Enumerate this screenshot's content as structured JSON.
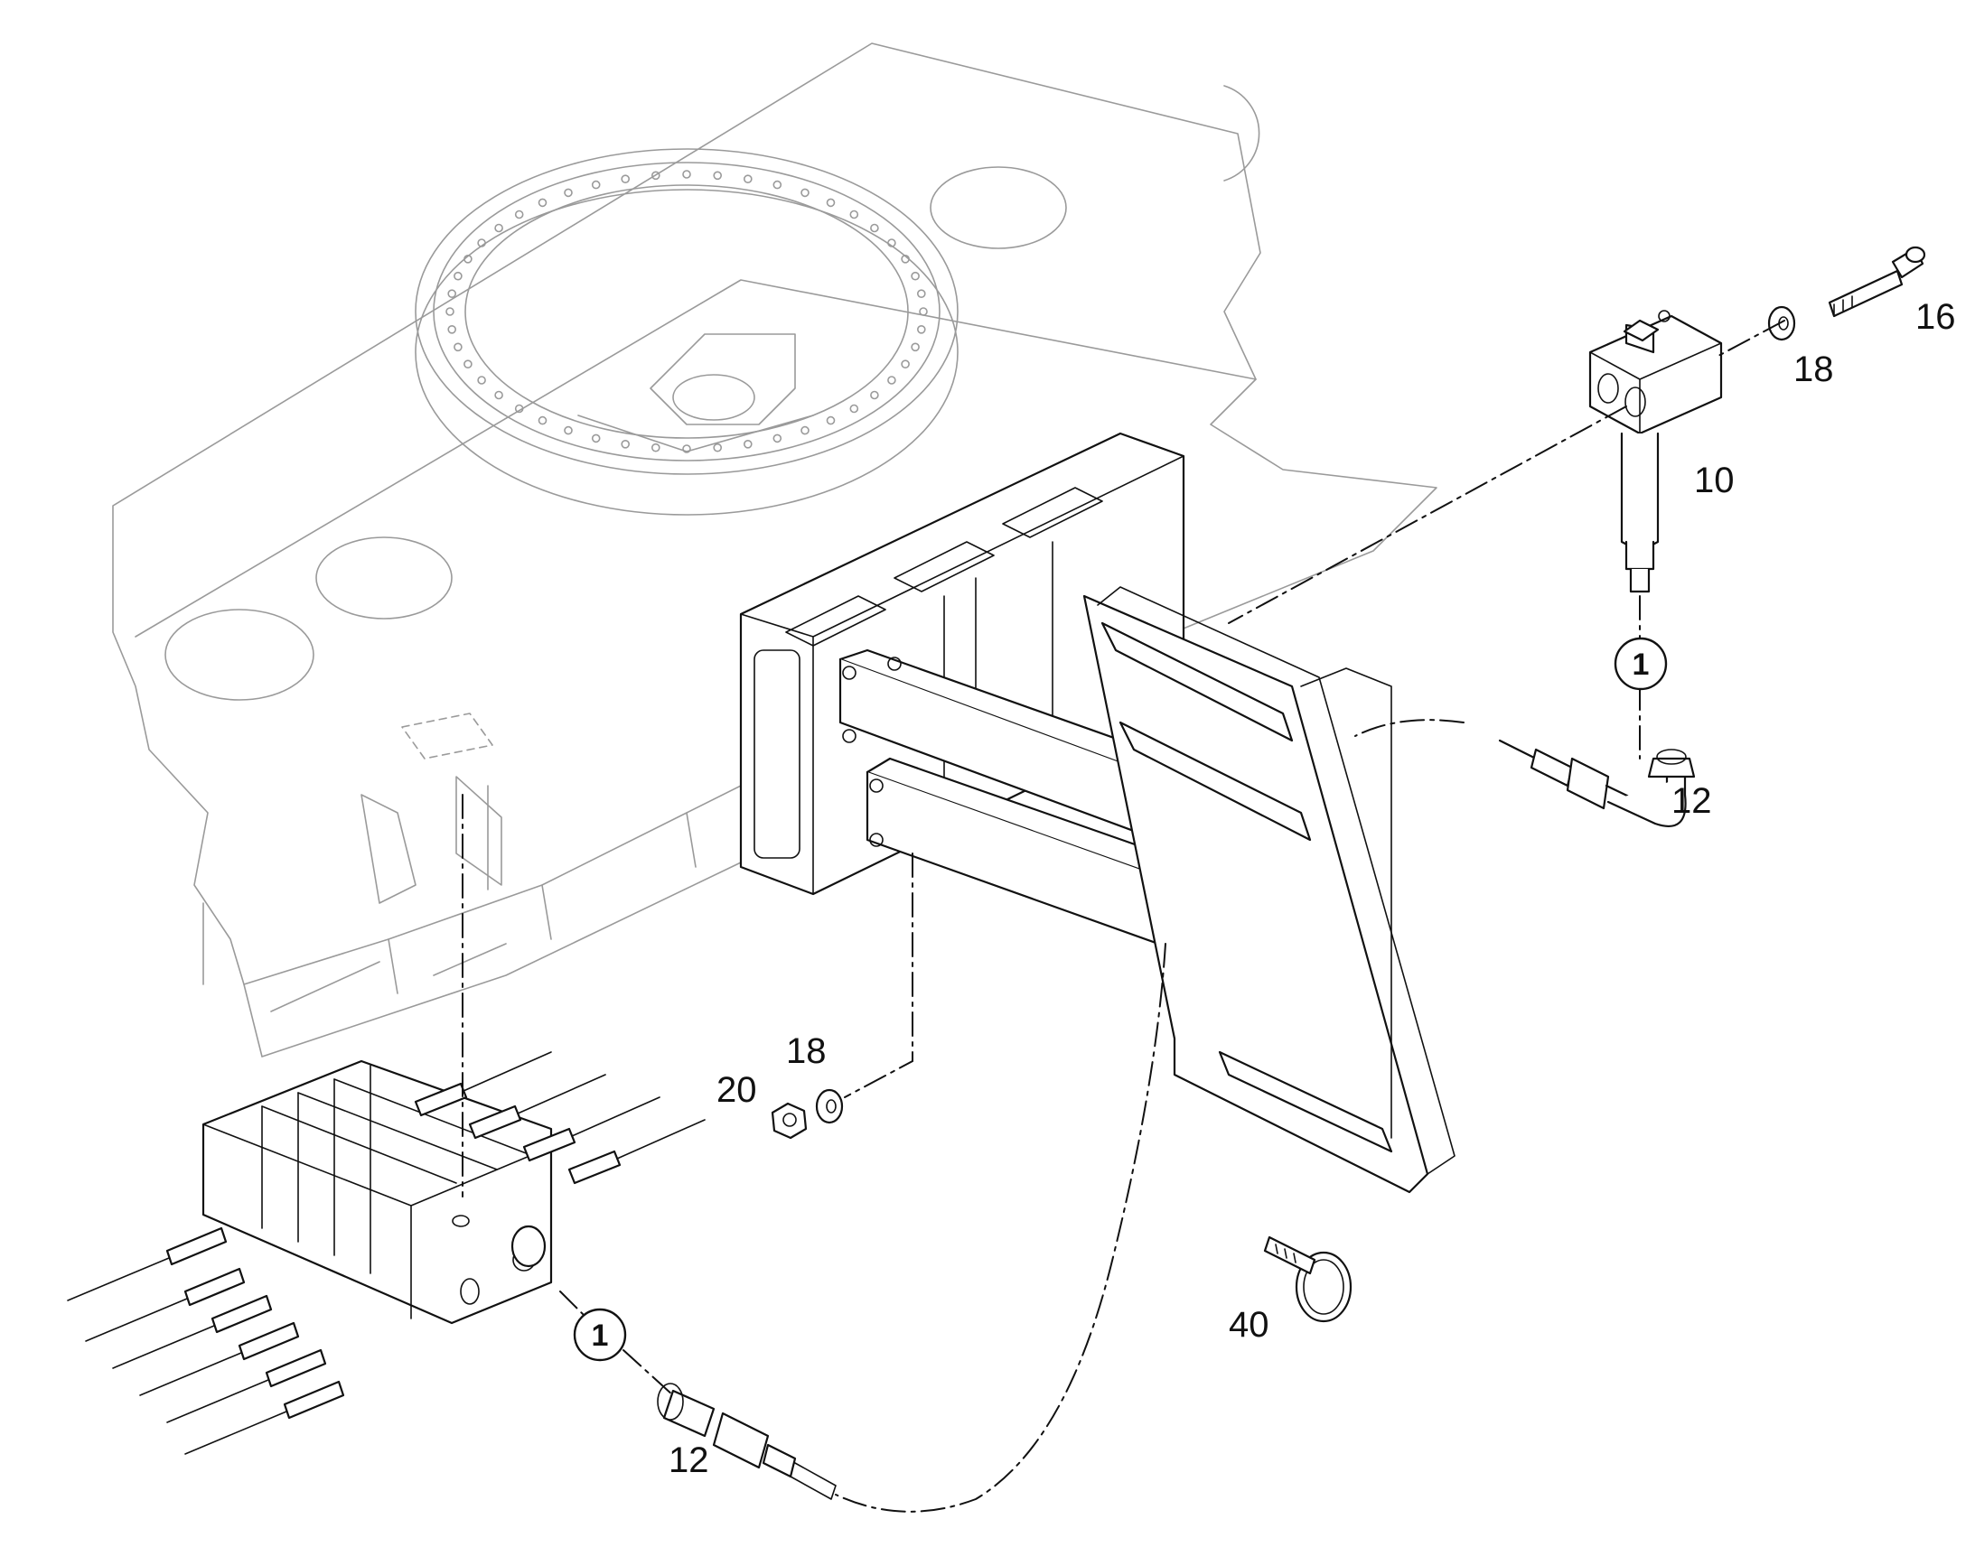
{
  "diagram": {
    "callouts": {
      "c16": "16",
      "c18_top": "18",
      "c10": "10",
      "c12_right": "12",
      "c18_mid": "18",
      "c20": "20",
      "c40": "40",
      "c12_bottom": "12"
    },
    "reference_markers": {
      "r1_right": "1",
      "r1_bottom": "1"
    },
    "colors": {
      "ghost_lines": "#9a9a9a",
      "part_lines": "#111111",
      "background": "#ffffff"
    }
  }
}
